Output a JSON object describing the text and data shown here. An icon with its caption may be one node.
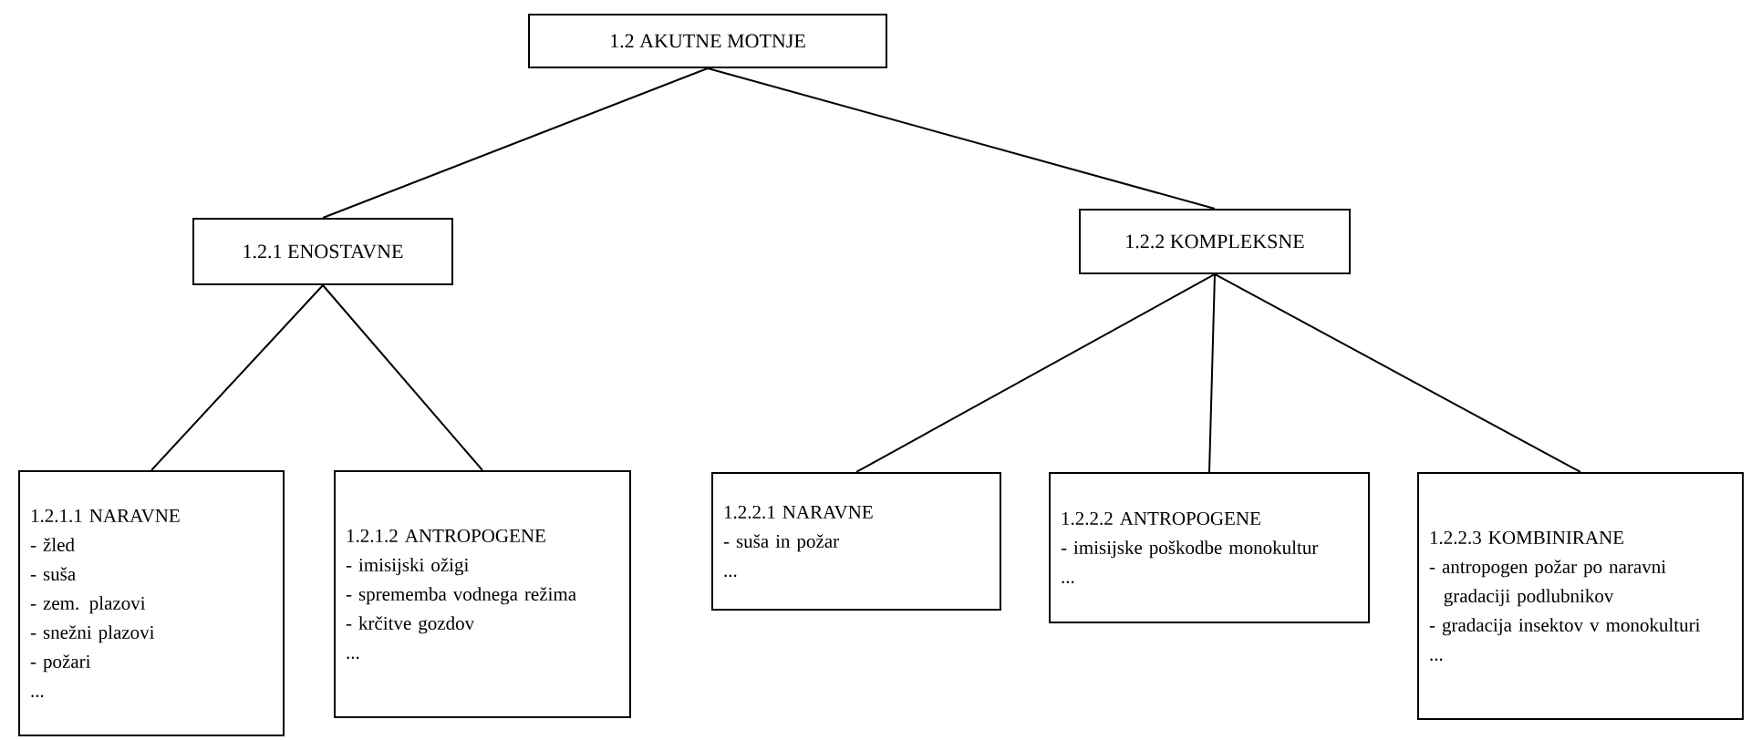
{
  "diagram": {
    "nodes": [
      {
        "text": [
          "1.2 AKUTNE MOTNJE"
        ]
      },
      {
        "text": [
          "1.2.1 ENOSTAVNE"
        ]
      },
      {
        "text": [
          "1.2.2 KOMPLEKSNE"
        ]
      },
      {
        "text": [
          "1.2.1.1 NARAVNE",
          "- žled",
          "- suša",
          "- zem. plazovi",
          "- snežni plazovi",
          "- požari",
          "..."
        ]
      },
      {
        "text": [
          "1.2.1.2 ANTROPOGENE",
          "- imisijski ožigi",
          "- sprememba vodnega režima",
          "- krčitve gozdov",
          "..."
        ]
      },
      {
        "text": [
          "1.2.2.1 NARAVNE",
          "- suša in požar",
          "..."
        ]
      },
      {
        "text": [
          "1.2.2.2 ANTROPOGENE",
          "- imisijske poškodbe monokultur",
          "..."
        ]
      },
      {
        "text": [
          "1.2.2.3 KOMBINIRANE",
          "- antropogen požar po naravni gradaciji podlubnikov",
          "- gradacija insektov v monokulturi",
          "..."
        ]
      }
    ],
    "edges": [
      {
        "from": 0,
        "to": 1,
        "arrow": "none"
      },
      {
        "from": 0,
        "to": 2,
        "arrow": "none"
      },
      {
        "from": 1,
        "to": 3,
        "arrow": "none"
      },
      {
        "from": 1,
        "to": 4,
        "arrow": "none"
      },
      {
        "from": 2,
        "to": 5,
        "arrow": "none"
      },
      {
        "from": 2,
        "to": 6,
        "arrow": "none"
      },
      {
        "from": 2,
        "to": 7,
        "arrow": "none"
      }
    ]
  }
}
